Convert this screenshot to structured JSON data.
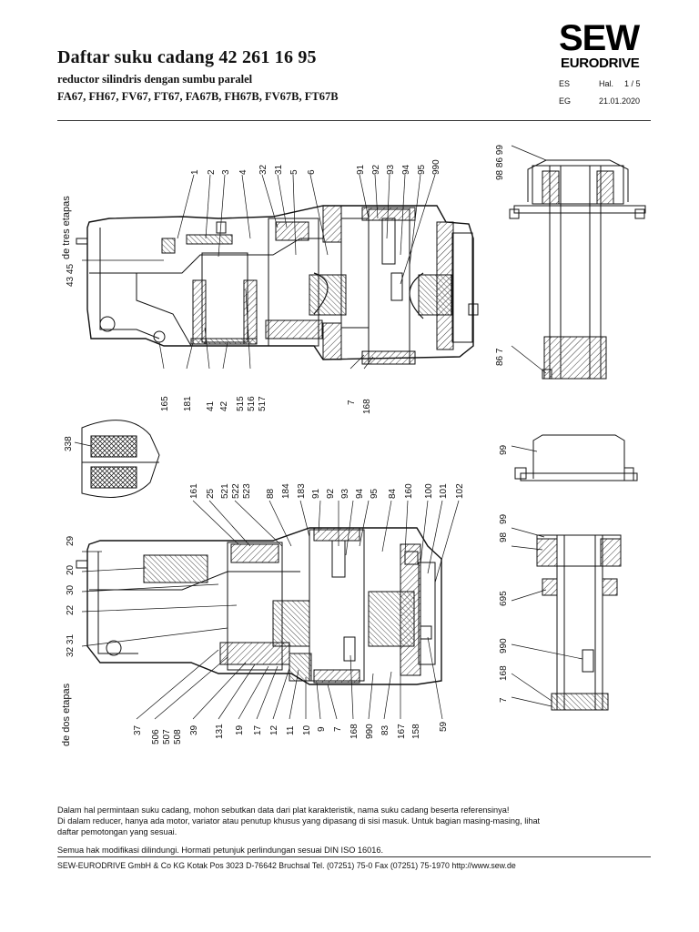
{
  "header": {
    "title": "Daftar suku cadang 42 261 16 95",
    "subtitle": "reductor silindris dengan sumbu paralel",
    "models": "FA67, FH67, FV67, FT67, FA67B, FH67B, FV67B, FT67B"
  },
  "logo": {
    "line1": "SEW",
    "line2": "EURODRIVE"
  },
  "meta": {
    "lang_code": "ES",
    "page_label": "Hal.",
    "page_value": "1  /  5",
    "doc_code": "EG",
    "date": "21.01.2020"
  },
  "drawing": {
    "top_section_label": "de tres etapas",
    "bottom_section_label": "de dos etapas",
    "top_callouts_upper": [
      "1",
      "2",
      "3",
      "4",
      "32",
      "31",
      "5",
      "6",
      "91",
      "92",
      "93",
      "94",
      "95",
      "990"
    ],
    "top_callouts_left": "43 45",
    "top_callouts_lower": [
      "165",
      "181",
      "41",
      "42",
      "515",
      "516",
      "517",
      "7",
      "168"
    ],
    "top_right_callouts_upper": [
      "98 86 99"
    ],
    "top_right_callouts_lower": [
      "86 7"
    ],
    "detail_callout": "338",
    "mid_right_callout": "99",
    "bottom_callouts_upper": [
      "161",
      "25",
      "521",
      "522",
      "523",
      "88",
      "184",
      "183",
      "91",
      "92",
      "93",
      "94",
      "95",
      "84",
      "160",
      "100",
      "101",
      "102"
    ],
    "bottom_callouts_left": [
      "29",
      "20",
      "30",
      "22",
      "32 31"
    ],
    "bottom_callouts_lower": [
      "37",
      "506",
      "507",
      "508",
      "39",
      "131",
      "19",
      "17",
      "12",
      "11",
      "10",
      "9",
      "7",
      "168",
      "990",
      "83",
      "167",
      "158",
      "59"
    ],
    "bottom_right_callouts": [
      "98",
      "99",
      "695",
      "990",
      "168",
      "7"
    ]
  },
  "footer": {
    "note_line1": "Dalam hal permintaan suku cadang, mohon sebutkan data dari plat karakteristik, nama suku cadang beserta referensinya!",
    "note_line2": "Di dalam reducer, hanya ada motor, variator atau penutup khusus yang dipasang di sisi masuk. Untuk bagian masing-masing, lihat",
    "note_line3": "daftar pemotongan yang sesuai.",
    "rights": "Semua hak modifikasi dilindungi. Hormati petunjuk perlindungan sesuai DIN ISO 16016.",
    "company": "SEW-EURODRIVE GmbH & Co KG Kotak Pos 3023 D-76642 Bruchsal Tel. (07251) 75-0 Fax (07251) 75-1970 http://www.sew.de"
  }
}
